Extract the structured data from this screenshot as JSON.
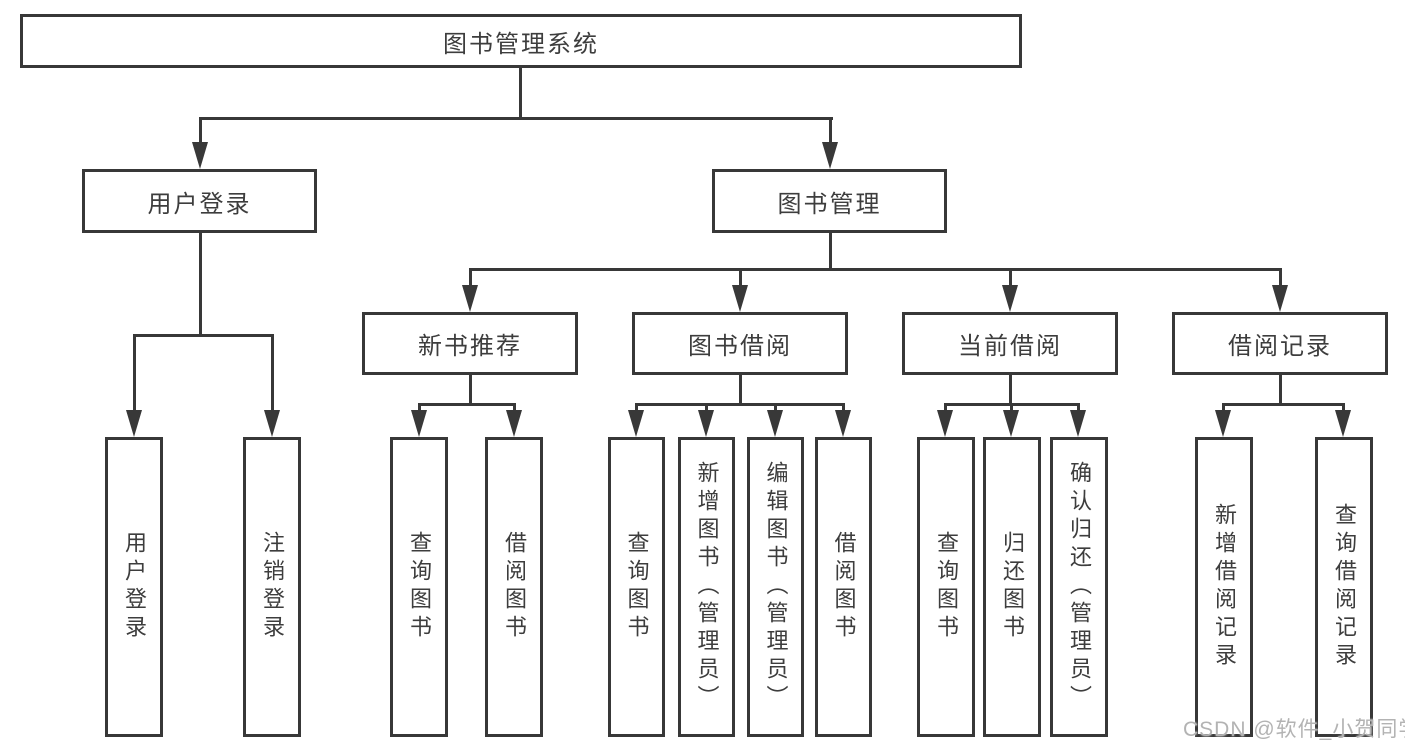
{
  "diagram": {
    "title": "图书管理系统",
    "root": {
      "label": "图书管理系统"
    },
    "branches": [
      {
        "label": "用户登录",
        "children": [
          {
            "label": "用户登录"
          },
          {
            "label": "注销登录"
          }
        ]
      },
      {
        "label": "图书管理",
        "children": [
          {
            "label": "新书推荐",
            "children": [
              {
                "label": "查询图书"
              },
              {
                "label": "借阅图书"
              }
            ]
          },
          {
            "label": "图书借阅",
            "children": [
              {
                "label": "查询图书"
              },
              {
                "label": "新增图书（管理员）"
              },
              {
                "label": "编辑图书（管理员）"
              },
              {
                "label": "借阅图书"
              }
            ]
          },
          {
            "label": "当前借阅",
            "children": [
              {
                "label": "查询图书"
              },
              {
                "label": "归还图书"
              },
              {
                "label": "确认归还（管理员）"
              }
            ]
          },
          {
            "label": "借阅记录",
            "children": [
              {
                "label": "新增借阅记录"
              },
              {
                "label": "查询借阅记录"
              }
            ]
          }
        ]
      }
    ]
  },
  "watermark": {
    "text": "CSDN @软件_小贺同学"
  },
  "colors": {
    "line": "#383838",
    "box_border": "#383838",
    "text": "#3d3d3d",
    "background": "#ffffff",
    "watermark": "#b3b3b3"
  }
}
